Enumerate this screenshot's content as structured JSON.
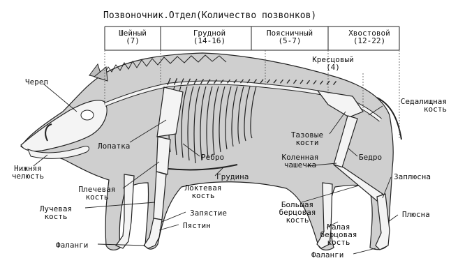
{
  "title": "Позвоночник.Отдел(Количество позвонков)",
  "spine": {
    "cervical": {
      "name": "Шейный",
      "count": "(7)"
    },
    "thoracic": {
      "name": "Грудной",
      "count": "(14-16)"
    },
    "lumbar": {
      "name": "Поясничный",
      "count": "(5-7)"
    },
    "caudal": {
      "name": "Хвостовой",
      "count": "(12-22)"
    },
    "sacral": {
      "name": "Кресцовый",
      "count": "(4)"
    }
  },
  "labels": {
    "skull": "Череп",
    "ischium": "Седалищная кость",
    "pelvis": "Тазовые кости",
    "scapula": "Лопатка",
    "rib": "Ребро",
    "patella": "Коленная чашечка",
    "femur": "Бедро",
    "mandible": "Нижняя челюсть",
    "sternum": "Грудина",
    "humerus": "Плечевая кость",
    "ulna": "Локтевая кость",
    "tarsus": "Заплюсна",
    "radius": "Лучевая кость",
    "carpus": "Запястие",
    "tibia": "Большая берцовая кость",
    "metatarsus": "Плюсна",
    "metacarpus": "Пястин",
    "fibula": "Малая берцовая кость",
    "phalanges_front": "Фаланги",
    "phalanges_hind": "Фаланги"
  }
}
